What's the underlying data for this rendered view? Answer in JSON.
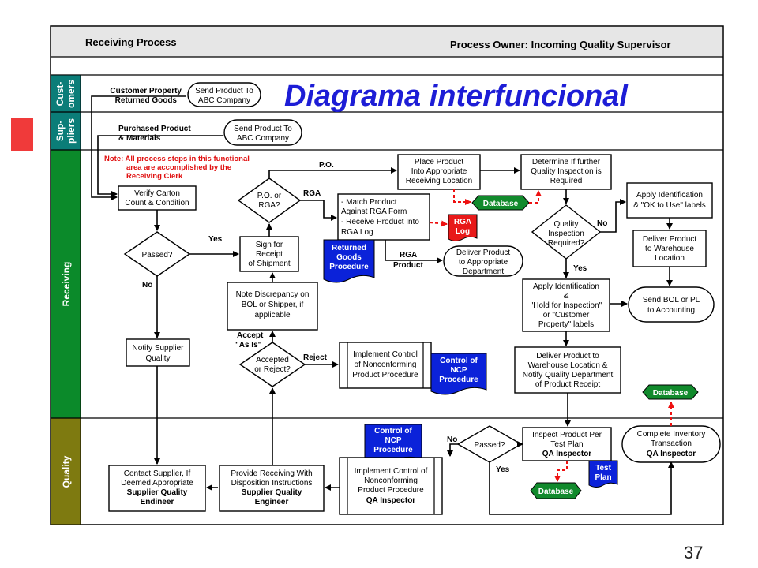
{
  "header": {
    "title": "Receiving Process",
    "owner": "Process Owner: Incoming Quality  Supervisor"
  },
  "banner": "Diagrama interfuncional",
  "lanes": {
    "customers": [
      "Cust-",
      "omers"
    ],
    "suppliers": [
      "Sup-",
      "pliers"
    ],
    "receiving": "Receiving",
    "quality": "Quality"
  },
  "note": [
    "Note:  All process steps in this functional",
    "area are accomplished by the",
    "Receiving Clerk"
  ],
  "nodes": {
    "cust_prop": [
      "Customer Property",
      "Returned Goods"
    ],
    "cust_send": [
      "Send Product To",
      "ABC Company"
    ],
    "purch_prod": [
      "Purchased Product",
      "& Materials"
    ],
    "sup_send": [
      "Send Product To",
      "ABC Company"
    ],
    "verify": [
      "Verify Carton",
      "Count & Condition"
    ],
    "passed1": [
      "Passed?"
    ],
    "po_rga": [
      "P.O. or",
      "RGA?"
    ],
    "sign": [
      "Sign for",
      "Receipt",
      "of Shipment"
    ],
    "match": [
      "- Match Product",
      "  Against RGA Form",
      "- Receive Product Into",
      "  RGA Log"
    ],
    "returned_proc": [
      "Returned",
      "Goods",
      "Procedure"
    ],
    "rga_log": [
      "RGA",
      "Log"
    ],
    "place": [
      "Place Product",
      "Into Appropriate",
      "Receiving Location"
    ],
    "db1": "Database",
    "determine": [
      "Determine If further",
      "Quality Inspection is",
      "Required"
    ],
    "qi_req": [
      "Quality",
      "Inspection",
      "Required?"
    ],
    "apply_ok": [
      "Apply Identification",
      "& \"OK to Use\" labels"
    ],
    "deliver_wh": [
      "Deliver Product",
      "to Warehouse",
      "Location"
    ],
    "deliver_dept": [
      "Deliver Product",
      "to Appropriate",
      "Department"
    ],
    "apply_hold": [
      "Apply Identification",
      "&",
      "\"Hold for Inspection\"",
      "or \"Customer",
      "Property\" labels"
    ],
    "send_bol": [
      "Send BOL or PL",
      "to Accounting"
    ],
    "note_disc": [
      "Note Discrepancy on",
      "BOL or Shipper, if",
      "applicable"
    ],
    "acc_rej": [
      "Accepted",
      "or Reject?"
    ],
    "impl_ctrl": [
      "Implement Control",
      "of Nonconforming",
      "Product Procedure"
    ],
    "ctrl_ncp1": [
      "Control of",
      "NCP",
      "Procedure"
    ],
    "notify": [
      "Notify Supplier",
      "Quality"
    ],
    "deliver_notify": [
      "Deliver Product to",
      "Warehouse Location &",
      "Notify Quality Department",
      "of Product Receipt"
    ],
    "db2": "Database",
    "contact": [
      "Contact Supplier, If",
      "Deemed Appropriate",
      "Supplier Quality",
      "Endineer"
    ],
    "provide": [
      "Provide Receiving With",
      "Disposition Instructions",
      "Supplier Quality",
      "Engineer"
    ],
    "ctrl_ncp2": [
      "Control of",
      "NCP",
      "Procedure"
    ],
    "impl_ctrl_q": [
      "Implement Control of",
      "Nonconforming",
      "Product Procedure",
      "QA Inspector"
    ],
    "passed2": [
      "Passed?"
    ],
    "inspect": [
      "Inspect Product Per",
      "Test Plan",
      "QA Inspector"
    ],
    "test_plan": [
      "Test",
      "Plan"
    ],
    "db3": "Database",
    "complete": [
      "Complete Inventory",
      "Transaction",
      "QA Inspector"
    ]
  },
  "edge_labels": {
    "po": "P.O.",
    "rga": "RGA",
    "yes1": "Yes",
    "no1": "No",
    "rga_product": [
      "RGA",
      "Product"
    ],
    "no_qi": "No",
    "yes_qi": "Yes",
    "accept": [
      "Accept",
      "\"As Is\""
    ],
    "reject": "Reject",
    "no2": "No",
    "yes2": "Yes"
  },
  "page_number": "37"
}
